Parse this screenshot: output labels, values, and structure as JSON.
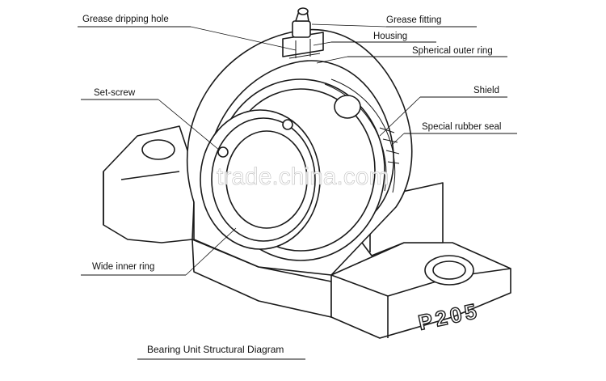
{
  "labels": {
    "grease_dripping_hole": "Grease dripping hole",
    "grease_fitting": "Grease fitting",
    "housing": "Housing",
    "spherical_outer_ring": "Spherical outer ring",
    "set_screw": "Set-screw",
    "shield": "Shield",
    "special_rubber_seal": "Special rubber seal",
    "wide_inner_ring": "Wide inner ring"
  },
  "model_stamp": "P205",
  "caption": "Bearing Unit Structural Diagram",
  "watermark": "trade.china.com"
}
